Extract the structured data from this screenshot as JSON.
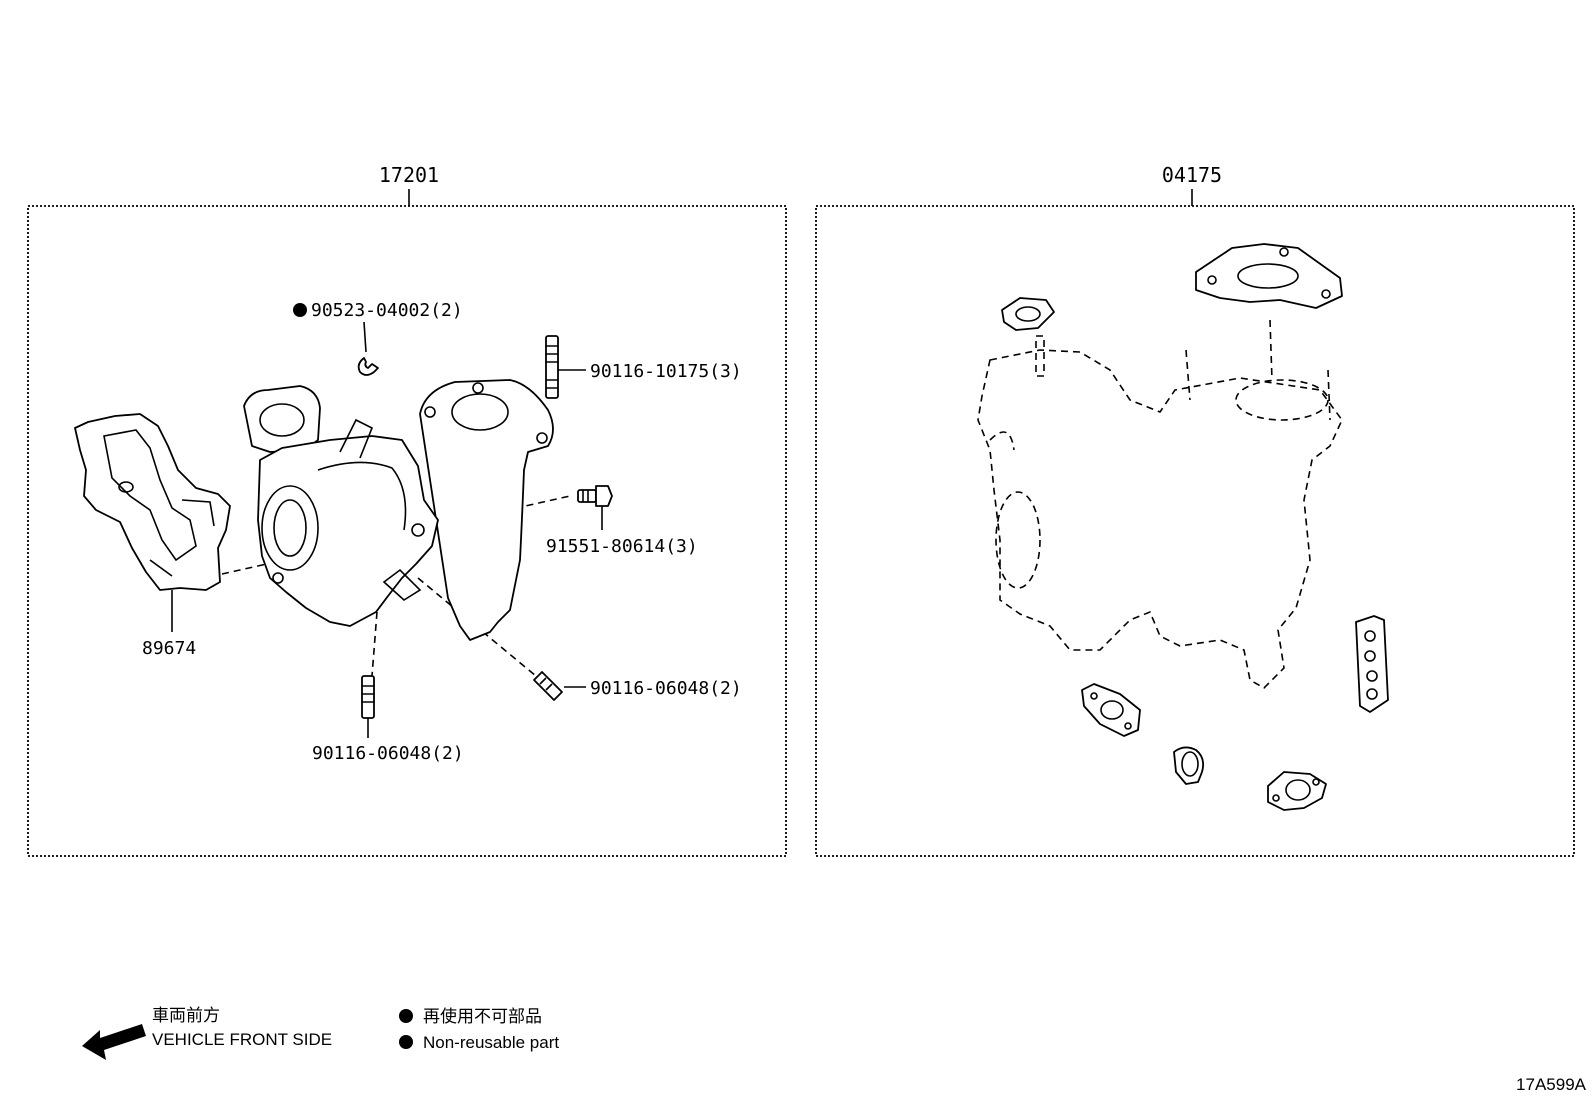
{
  "panels": [
    {
      "header": "17201",
      "callouts": [
        {
          "text": "90523-04002(2)",
          "non_reusable": true
        },
        {
          "text": "90116-10175(3)"
        },
        {
          "text": "91551-80614(3)"
        },
        {
          "text": "89674"
        },
        {
          "text": "90116-06048(2)"
        },
        {
          "text": "90116-06048(2)"
        }
      ]
    },
    {
      "header": "04175"
    }
  ],
  "legend": {
    "direction_jp": "車両前方",
    "direction_en": "VEHICLE FRONT SIDE",
    "nonreusable_jp": "再使用不可部品",
    "nonreusable_en": "Non-reusable part"
  },
  "figure_code": "17A599A"
}
